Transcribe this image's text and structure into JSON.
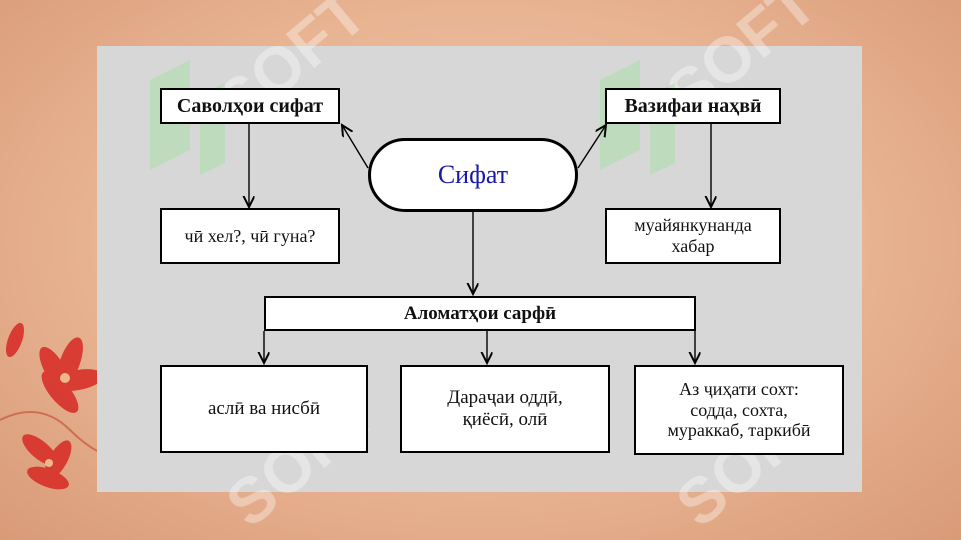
{
  "diagram": {
    "center": "Сифат",
    "top_left": "Саволҳои сифат",
    "top_left_child": "чӣ хел?, чӣ гуна?",
    "top_right": "Вазифаи наҳвӣ",
    "top_right_child": "муайянкунанда\nхабар",
    "middle": "Аломатҳои сарфӣ",
    "bottom": [
      "аслӣ ва нисбӣ",
      "Дараҷаи оддӣ,\nқиёсӣ, олӣ",
      "Аз ҷиҳати сохт:\nсодда, сохта,\nмураккаб, таркибӣ"
    ]
  },
  "colors": {
    "background": "#e8b492",
    "panel": "#d7d7d7",
    "center_text": "#1a1aa8",
    "watermark": "#ffffff"
  },
  "watermark": {
    "text": "SOFT"
  }
}
